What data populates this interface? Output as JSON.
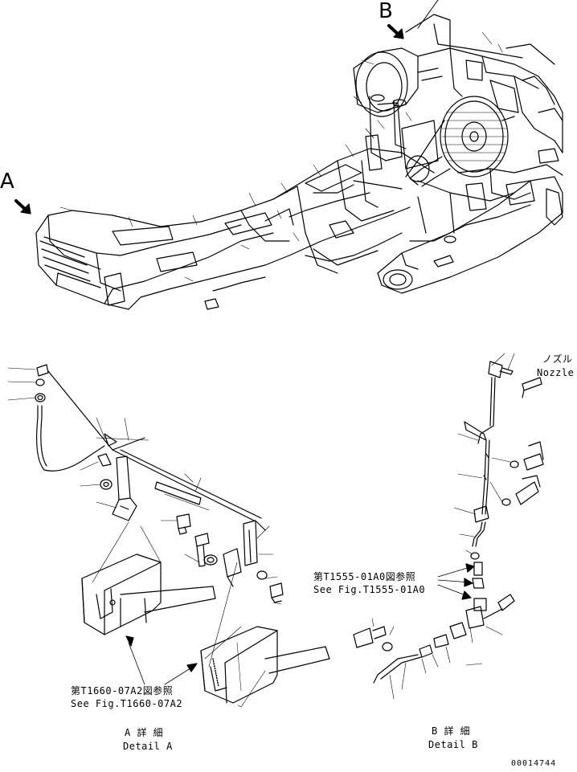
{
  "view_markers": {
    "a": "A",
    "b": "B"
  },
  "nozzle": {
    "ja": "ノズル",
    "en": "Nozzle"
  },
  "ref_b": {
    "ja": "第T1555-01A0図参照",
    "en": "See Fig.T1555-01A0"
  },
  "ref_a": {
    "ja": "第T1660-07A2図参照",
    "en": "See Fig.T1660-07A2"
  },
  "detail_a": {
    "ja": "A 詳 細",
    "en": "Detail A"
  },
  "detail_b": {
    "ja": "B 詳 細",
    "en": "Detail B"
  },
  "drawing_number": "00014744",
  "line_color": "#000000"
}
